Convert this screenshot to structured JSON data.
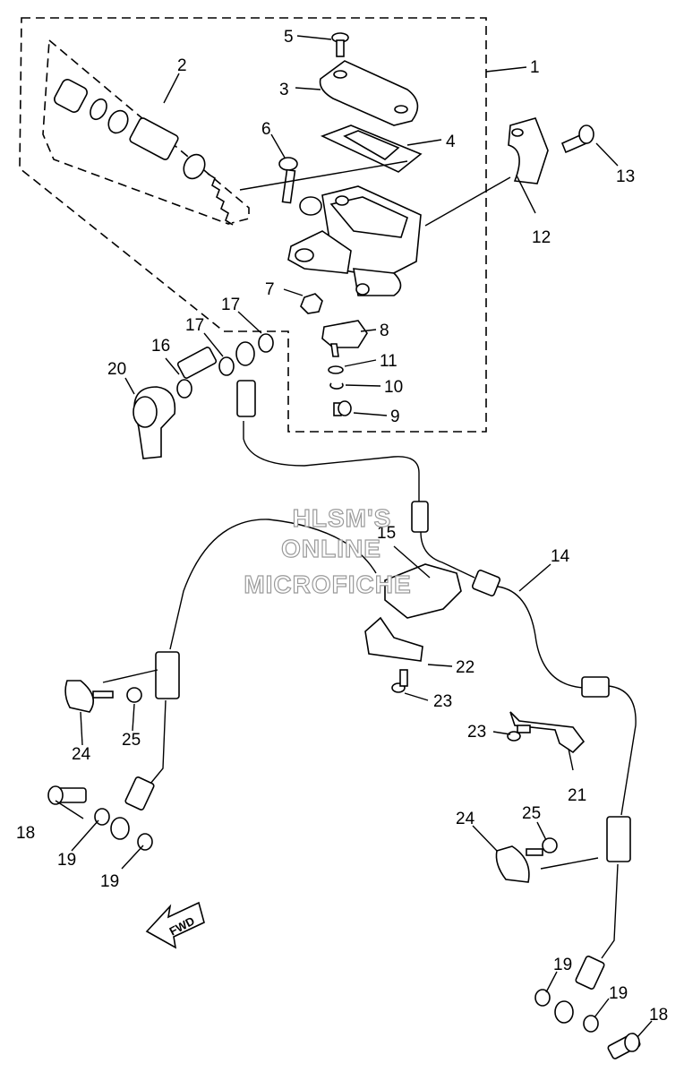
{
  "watermark": {
    "line1": "HLSM'S",
    "line2": "ONLINE",
    "line3": "MICROFICHE"
  },
  "direction_label": "FWD",
  "callouts": {
    "c1": "1",
    "c2": "2",
    "c3": "3",
    "c4": "4",
    "c5": "5",
    "c6": "6",
    "c7": "7",
    "c8": "8",
    "c9": "9",
    "c10": "10",
    "c11": "11",
    "c12": "12",
    "c13": "13",
    "c14": "14",
    "c15": "15",
    "c16": "16",
    "c17a": "17",
    "c17b": "17",
    "c18a": "18",
    "c18b": "18",
    "c19a": "19",
    "c19b": "19",
    "c19c": "19",
    "c19d": "19",
    "c20": "20",
    "c21": "21",
    "c22": "22",
    "c23a": "23",
    "c23b": "23",
    "c24a": "24",
    "c24b": "24",
    "c25a": "25",
    "c25b": "25"
  }
}
